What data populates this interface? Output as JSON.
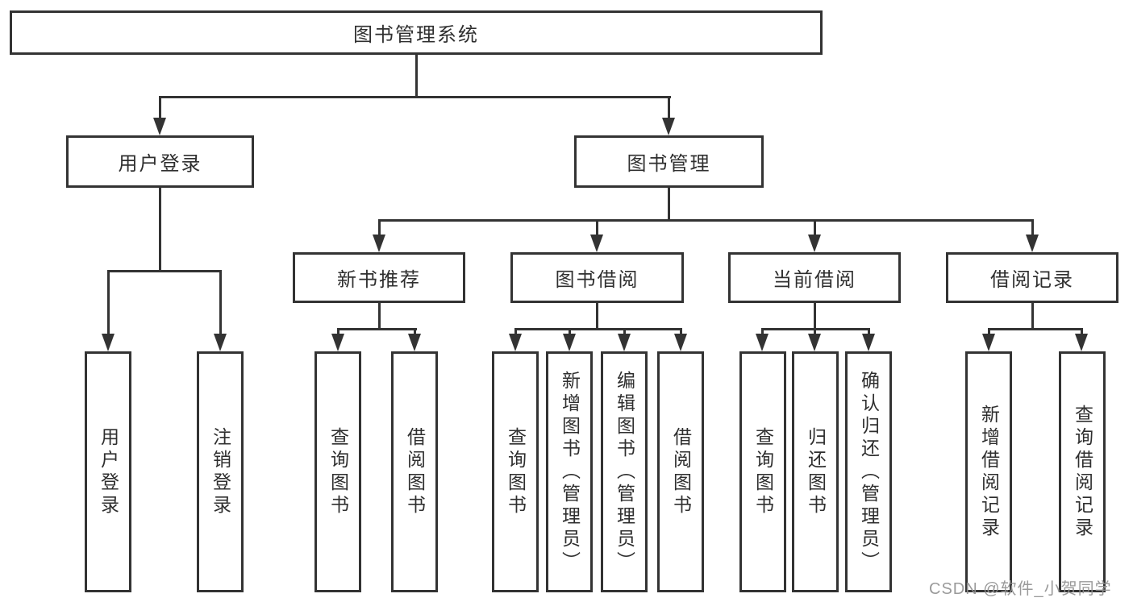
{
  "diagram": {
    "nodes": {
      "root": "图书管理系统",
      "user_login": "用户登录",
      "book_management": "图书管理",
      "new_book_recommend": "新书推荐",
      "book_borrow": "图书借阅",
      "current_borrow": "当前借阅",
      "borrow_record": "借阅记录"
    },
    "leaves": {
      "user_login": [
        "用户登录",
        "注销登录"
      ],
      "new_book_recommend": [
        "查询图书",
        "借阅图书"
      ],
      "book_borrow": [
        "查询图书",
        "新增图书（管理员）",
        "编辑图书（管理员）",
        "借阅图书"
      ],
      "current_borrow": [
        "查询图书",
        "归还图书",
        "确认归还（管理员）"
      ],
      "borrow_record": [
        "新增借阅记录",
        "查询借阅记录"
      ]
    }
  },
  "watermark": "CSDN @软件_小贺同学",
  "colors": {
    "line": "#333333",
    "text": "#2f2f2f",
    "watermark": "#919191",
    "background": "#ffffff"
  }
}
